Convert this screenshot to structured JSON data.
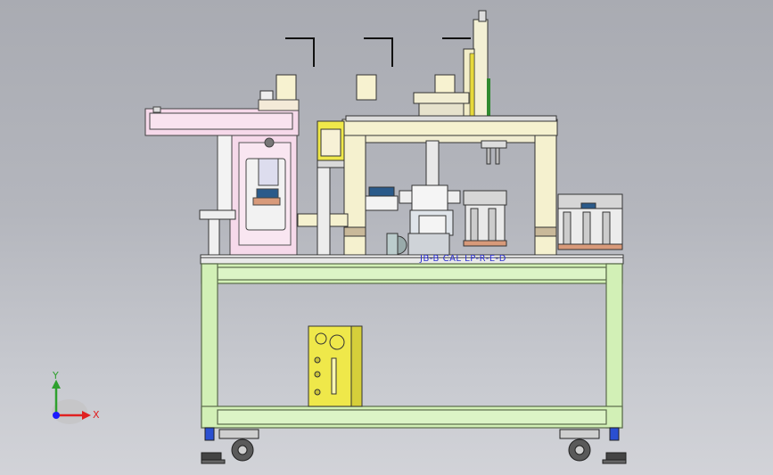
{
  "scene": {
    "overlay_text": "JB-B CAL LP-R-E-D",
    "colors": {
      "background": "#b4b6bd",
      "frame_green": "#d2f0b6",
      "frame_outline": "#5a6a4a",
      "pink_module": "#f6d9ea",
      "cream": "#f5f1cf",
      "yellow_accent": "#e9e24a",
      "controller_yellow": "#efe84a",
      "overlay_blue": "#2b2fd0"
    }
  },
  "axis_triad": {
    "x_label": "X",
    "y_label": "Y",
    "x_color": "#e02020",
    "y_color": "#2ea02e",
    "origin_color": "#1a1aff"
  }
}
